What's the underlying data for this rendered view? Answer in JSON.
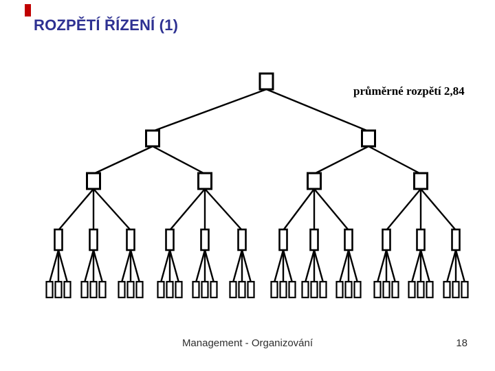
{
  "slide": {
    "title": "ROZPĚTÍ ŘÍZENÍ (1)",
    "title_color": "#2e3192",
    "accent_color": "#c00000",
    "background_color": "#ffffff"
  },
  "diagram": {
    "type": "tree",
    "annotation": "průměrné rozpětí 2,84",
    "average_span": "2,84",
    "levels": [
      {
        "level": 0,
        "nodes": 1
      },
      {
        "level": 1,
        "nodes": 2
      },
      {
        "level": 2,
        "nodes": 4
      },
      {
        "level": 3,
        "nodes": 12
      },
      {
        "level": 4,
        "nodes": 36
      }
    ],
    "children_per_parent": [
      2,
      2,
      3,
      3
    ],
    "total_nodes": 55,
    "node_fill": "#ffffff",
    "line_color": "#000000"
  },
  "footer": {
    "text": "Management - Organizování",
    "page_number": "18"
  }
}
